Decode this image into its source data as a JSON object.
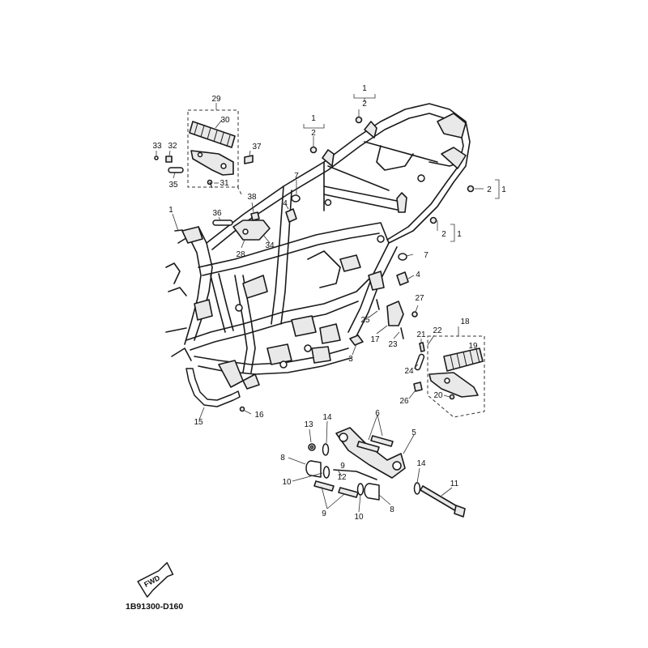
{
  "diagram_code": "1B91300-D160",
  "fwd_label": "FWD",
  "callouts": {
    "c1a": "1",
    "c2a": "2",
    "c1b": "1",
    "c2b": "2",
    "c2c": "2",
    "c1c": "1",
    "c2d": "2",
    "c1d": "1",
    "c1e": "1",
    "c3": "3",
    "c4a": "4",
    "c4b": "4",
    "c5": "5",
    "c6": "6",
    "c7a": "7",
    "c7b": "7",
    "c8a": "8",
    "c8b": "8",
    "c9a": "9",
    "c9b": "9",
    "c10a": "10",
    "c10b": "10",
    "c11": "11",
    "c12": "12",
    "c13": "13",
    "c14a": "14",
    "c14b": "14",
    "c15": "15",
    "c16": "16",
    "c17": "17",
    "c18": "18",
    "c19": "19",
    "c20": "20",
    "c21": "21",
    "c22": "22",
    "c23": "23",
    "c24": "24",
    "c25": "25",
    "c26": "26",
    "c27": "27",
    "c28": "28",
    "c29": "29",
    "c30": "30",
    "c31": "31",
    "c32": "32",
    "c33": "33",
    "c34": "34",
    "c35": "35",
    "c36": "36",
    "c37": "37",
    "c38": "38"
  }
}
